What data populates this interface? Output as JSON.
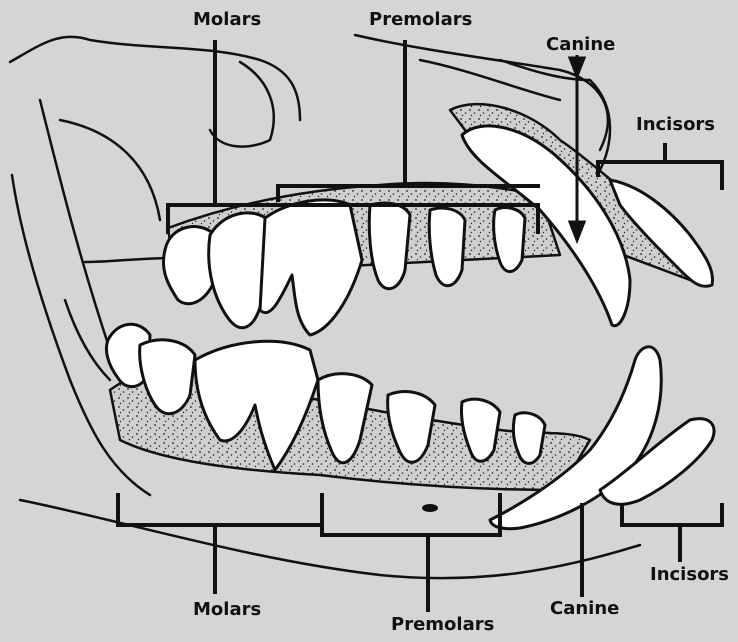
{
  "colors": {
    "background": "#d5d5d8",
    "ink": "#111111",
    "tooth_fill": "#ffffff",
    "gum_fill": "#cfcfcf"
  },
  "labels": {
    "upper_molars": "Molars",
    "upper_premolars": "Premolars",
    "upper_canine": "Canine",
    "upper_incisors": "Incisors",
    "lower_molars": "Molars",
    "lower_premolars": "Premolars",
    "lower_canine": "Canine",
    "lower_incisors": "Incisors"
  }
}
